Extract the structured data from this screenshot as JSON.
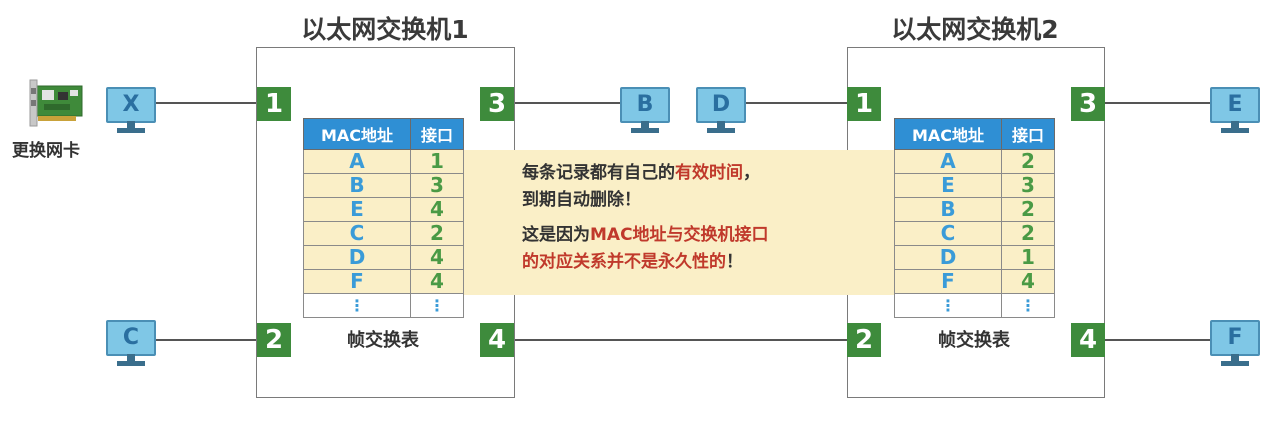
{
  "switches": [
    {
      "title": "以太网交换机1",
      "ports": [
        "1",
        "2",
        "3",
        "4"
      ],
      "table": {
        "headers": [
          "MAC地址",
          "接口"
        ],
        "rows": [
          [
            "A",
            "1"
          ],
          [
            "B",
            "3"
          ],
          [
            "E",
            "4"
          ],
          [
            "C",
            "2"
          ],
          [
            "D",
            "4"
          ],
          [
            "F",
            "4"
          ]
        ],
        "ellipsis": "⋮",
        "caption": "帧交换表"
      }
    },
    {
      "title": "以太网交换机2",
      "ports": [
        "1",
        "2",
        "3",
        "4"
      ],
      "table": {
        "headers": [
          "MAC地址",
          "接口"
        ],
        "rows": [
          [
            "A",
            "2"
          ],
          [
            "E",
            "3"
          ],
          [
            "B",
            "2"
          ],
          [
            "C",
            "2"
          ],
          [
            "D",
            "1"
          ],
          [
            "F",
            "4"
          ]
        ],
        "ellipsis": "⋮",
        "caption": "帧交换表"
      }
    }
  ],
  "hosts": {
    "X": "X",
    "C": "C",
    "B": "B",
    "D": "D",
    "E": "E",
    "F": "F"
  },
  "nic_label": "更换网卡",
  "note": {
    "line1_a": "每条记录都有自己的",
    "line1_b": "有效时间",
    "line1_c": "，",
    "line2": "到期自动删除！",
    "line3_a": "这是因为",
    "line3_b": "MAC地址与交换机接口",
    "line4_a": "的对应关系并不是永久性的",
    "line4_b": "！"
  },
  "colors": {
    "port": "#3e8b3c",
    "header": "#2f8fd4",
    "highlight": "#faefc7",
    "emphasis": "#c0392b"
  },
  "icons": {
    "nic": "network-card-icon",
    "host": "computer-icon"
  }
}
